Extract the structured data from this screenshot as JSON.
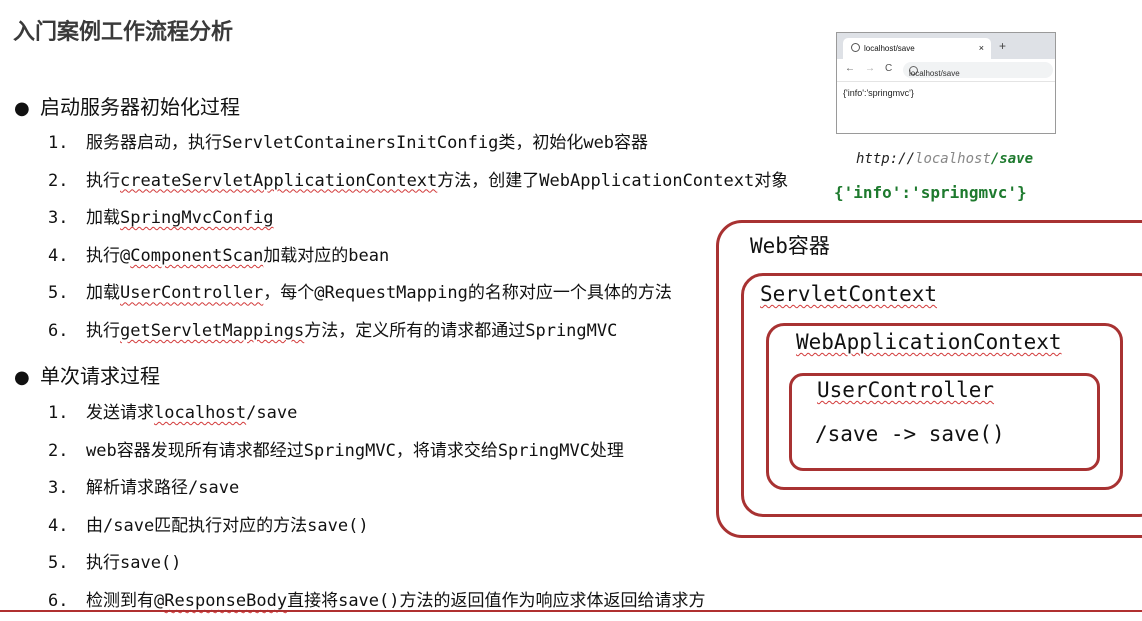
{
  "title": "入门案例工作流程分析",
  "sections": [
    {
      "bullet": "●",
      "heading": "启动服务器初始化过程",
      "items": [
        {
          "num": "1.",
          "pre": "服务器启动，执行ServletContainersInitConfig类，初始化web容器",
          "mark": "",
          "post": ""
        },
        {
          "num": "2.",
          "pre": "执行",
          "mark": "createServletApplicationContext",
          "post": "方法，创建了WebApplicationContext对象"
        },
        {
          "num": "3.",
          "pre": "加载",
          "mark": "SpringMvcConfig",
          "post": ""
        },
        {
          "num": "4.",
          "pre": "执行@",
          "mark": "ComponentScan",
          "post": "加载对应的bean"
        },
        {
          "num": "5.",
          "pre": "加载",
          "mark": "UserController",
          "post": "，每个@RequestMapping的名称对应一个具体的方法"
        },
        {
          "num": "6.",
          "pre": "执行",
          "mark": "getServletMappings",
          "post": "方法，定义所有的请求都通过SpringMVC"
        }
      ]
    },
    {
      "bullet": "●",
      "heading": "单次请求过程",
      "items": [
        {
          "num": "1.",
          "pre": "发送请求",
          "mark": "localhost",
          "post": "/save"
        },
        {
          "num": "2.",
          "pre": "web容器发现所有请求都经过SpringMVC，将请求交给SpringMVC处理",
          "mark": "",
          "post": ""
        },
        {
          "num": "3.",
          "pre": "解析请求路径/save",
          "mark": "",
          "post": ""
        },
        {
          "num": "4.",
          "pre": "由/save匹配执行对应的方法save()",
          "mark": "",
          "post": ""
        },
        {
          "num": "5.",
          "pre": "执行save()",
          "mark": "",
          "post": ""
        },
        {
          "num": "6.",
          "pre": "检测到有@",
          "mark": "ResponseBody",
          "post": "直接将save()方法的返回值作为响应求体返回给请求方"
        }
      ]
    }
  ],
  "browser": {
    "tab_title": "localhost/save",
    "tab_close": "×",
    "new_tab": "+",
    "back": "←",
    "forward": "→",
    "reload": "C",
    "address": "localhost/save",
    "body": "{'info':'springmvc'}"
  },
  "url_caption": {
    "scheme": "http://",
    "host": "localhost",
    "path": "/save"
  },
  "json_caption": "{'info':'springmvc'}",
  "containers": {
    "web": "Web容器",
    "servlet": "ServletContext",
    "wac": "WebApplicationContext",
    "uc": "UserController",
    "mapping": "/save -> save()"
  },
  "colors": {
    "accent": "#a83232",
    "green": "#1e7a2e"
  }
}
